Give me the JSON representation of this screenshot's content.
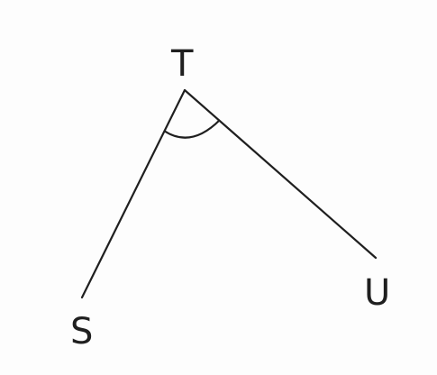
{
  "diagram": {
    "labels": {
      "vertex": "T",
      "left_point": "S",
      "right_point": "U"
    },
    "colors": {
      "ink": "#1f1f1f",
      "background": "#fdfdfd"
    }
  }
}
